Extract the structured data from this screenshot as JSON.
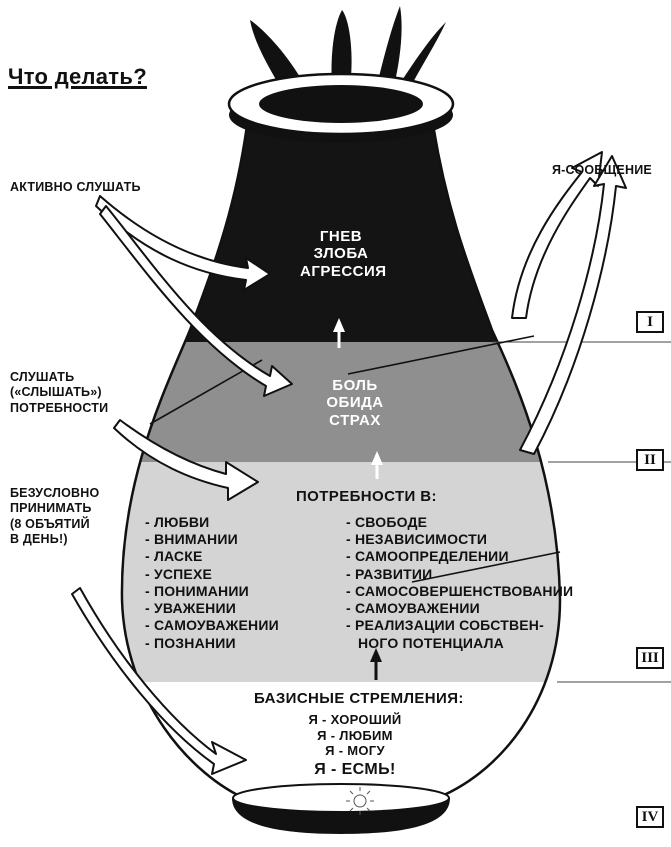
{
  "title": "Что делать?",
  "top_right_label": "Я-СООБЩЕНИЕ",
  "left_labels": {
    "active_listen": "АКТИВНО СЛУШАТЬ",
    "listen_needs": [
      "СЛУШАТЬ",
      "(«СЛЫШАТЬ»)",
      "ПОТРЕБНОСТИ"
    ],
    "accept": [
      "БЕЗУСЛОВНО",
      "ПРИНИМАТЬ",
      "(8 ОБЪЯТИЙ",
      "В ДЕНЬ!)"
    ]
  },
  "layer1": {
    "lines": [
      "ГНЕВ",
      "ЗЛОБА",
      "АГРЕССИЯ"
    ],
    "level": "I"
  },
  "layer2": {
    "lines": [
      "БОЛЬ",
      "ОБИДА",
      "СТРАХ"
    ],
    "level": "II"
  },
  "layer3": {
    "heading": "ПОТРЕБНОСТИ В:",
    "left": [
      "- ЛЮБВИ",
      "- ВНИМАНИИ",
      "- ЛАСКЕ",
      "- УСПЕХЕ",
      "- ПОНИМАНИИ",
      "- УВАЖЕНИИ",
      "- САМОУВАЖЕНИИ",
      "- ПОЗНАНИИ"
    ],
    "right": [
      "- СВОБОДЕ",
      "- НЕЗАВИСИМОСТИ",
      "- САМООПРЕДЕЛЕНИИ",
      "- РАЗВИТИИ",
      "- САМОСОВЕРШЕНСТВОВАНИИ",
      "- САМОУВАЖЕНИИ",
      "- РЕАЛИЗАЦИИ СОБСТВЕН-",
      "НОГО ПОТЕНЦИАЛА"
    ],
    "level": "III"
  },
  "layer4": {
    "heading": "БАЗИСНЫЕ СТРЕМЛЕНИЯ:",
    "items": [
      "Я - ХОРОШИЙ",
      "Я - ЛЮБИМ",
      "Я - МОГУ"
    ],
    "final": "Я - ЕСМЬ!",
    "level": "IV"
  },
  "colors": {
    "layer1": "#141414",
    "layer2": "#8f8f8f",
    "layer3": "#d4d4d4",
    "layer4": "#ffffff",
    "ink": "#111111"
  }
}
